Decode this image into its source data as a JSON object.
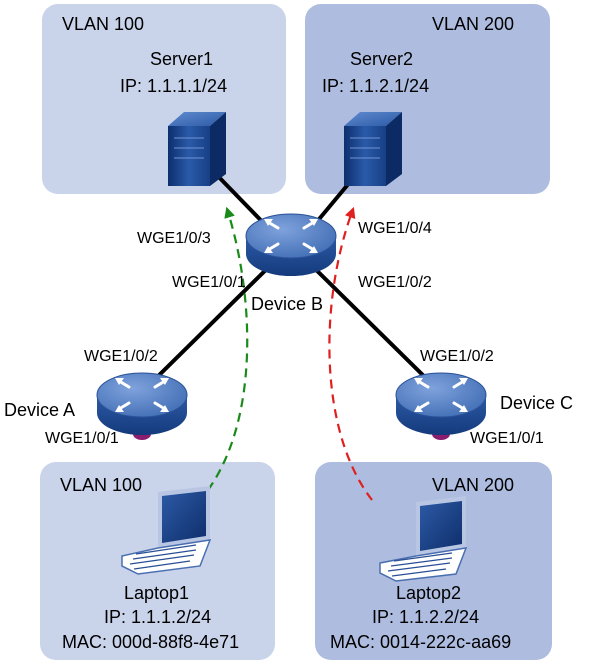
{
  "colors": {
    "zone_light": "#c9d3ea",
    "zone_dark": "#aebcdf",
    "link": "#000000",
    "flow_vlan100": "#1a8a1a",
    "flow_vlan200": "#e02020",
    "device_body": "#3a68b0",
    "port_dot": "#8a1d6e"
  },
  "zones": {
    "top_left": {
      "label": "VLAN 100"
    },
    "top_right": {
      "label": "VLAN 200"
    },
    "bottom_left": {
      "label": "VLAN 100"
    },
    "bottom_right": {
      "label": "VLAN 200"
    }
  },
  "server1": {
    "name": "Server1",
    "ip": "IP: 1.1.1.1/24",
    "icon": "server-icon"
  },
  "server2": {
    "name": "Server2",
    "ip": "IP: 1.1.2.1/24",
    "icon": "server-icon"
  },
  "laptop1": {
    "name": "Laptop1",
    "ip": "IP: 1.1.1.2/24",
    "mac": "MAC: 000d-88f8-4e71",
    "icon": "laptop-icon"
  },
  "laptop2": {
    "name": "Laptop2",
    "ip": "IP: 1.1.2.2/24",
    "mac": "MAC: 0014-222c-aa69",
    "icon": "laptop-icon"
  },
  "device_a": {
    "name": "Device A",
    "port_up": "WGE1/0/2",
    "port_down": "WGE1/0/1",
    "icon": "router-icon"
  },
  "device_b": {
    "name": "Device B",
    "port_server1": "WGE1/0/3",
    "port_server2": "WGE1/0/4",
    "port_a": "WGE1/0/1",
    "port_c": "WGE1/0/2",
    "icon": "router-icon"
  },
  "device_c": {
    "name": "Device C",
    "port_up": "WGE1/0/2",
    "port_down": "WGE1/0/1",
    "icon": "router-icon"
  }
}
